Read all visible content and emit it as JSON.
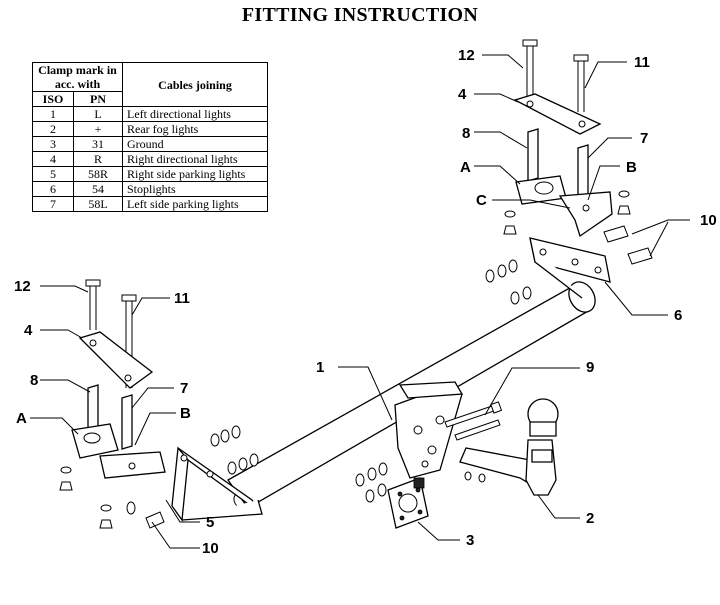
{
  "title": "FITTING INSTRUCTION",
  "table": {
    "header_clamp": "Clamp mark in acc. with",
    "header_cables": "Cables joining",
    "header_iso": "ISO",
    "header_pn": "PN",
    "rows": [
      {
        "iso": "1",
        "pn": "L",
        "cable": "Left directional lights"
      },
      {
        "iso": "2",
        "pn": "+",
        "cable": "Rear fog lights"
      },
      {
        "iso": "3",
        "pn": "31",
        "cable": "Ground"
      },
      {
        "iso": "4",
        "pn": "R",
        "cable": "Right directional lights"
      },
      {
        "iso": "5",
        "pn": "58R",
        "cable": "Right side parking lights"
      },
      {
        "iso": "6",
        "pn": "54",
        "cable": "Stoplights"
      },
      {
        "iso": "7",
        "pn": "58L",
        "cable": "Left side parking lights"
      }
    ]
  },
  "labels": {
    "n1": "1",
    "n2": "2",
    "n3": "3",
    "n4a": "4",
    "n4b": "4",
    "n5": "5",
    "n6": "6",
    "n7a": "7",
    "n7b": "7",
    "n8a": "8",
    "n8b": "8",
    "n9": "9",
    "n10a": "10",
    "n10b": "10",
    "n11a": "11",
    "n11b": "11",
    "n12a": "12",
    "n12b": "12",
    "aa": "A",
    "ab": "A",
    "ba": "B",
    "bb": "B",
    "c": "C"
  }
}
